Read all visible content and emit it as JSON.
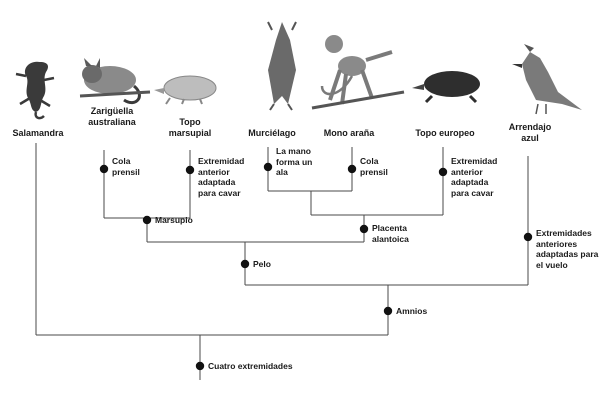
{
  "taxa": {
    "salamander": "Salamandra",
    "possum": "Zarigüella\naustraliana",
    "marsupial_mole": "Topo\nmarsupial",
    "bat": "Murciélago",
    "spider_monkey": "Mono araña",
    "european_mole": "Topo europeo",
    "blue_jay": "Arrendajo\nazul"
  },
  "traits": {
    "prehensile_tail_1": "Cola\nprensil",
    "forelimb_dig_1": "Extremidad\nanterior\nadaptada\npara cavar",
    "hand_wing": "La mano\nforma un\nala",
    "prehensile_tail_2": "Cola\nprensil",
    "forelimb_dig_2": "Extremidad\nanterior\nadaptada\npara cavar",
    "marsupium": "Marsupio",
    "placenta": "Placenta\nalantoica",
    "hair": "Pelo",
    "wings": "Extremidades\nanteriores\nadaptadas para\nel vuelo",
    "amnion": "Amnios",
    "four_limbs": "Cuatro extremidades"
  },
  "colors": {
    "line": "#4a4a4a",
    "node": "#111111",
    "animal_dark": "#3a3a3a",
    "animal_mid": "#7a7a7a",
    "animal_light": "#bdbdbd"
  }
}
